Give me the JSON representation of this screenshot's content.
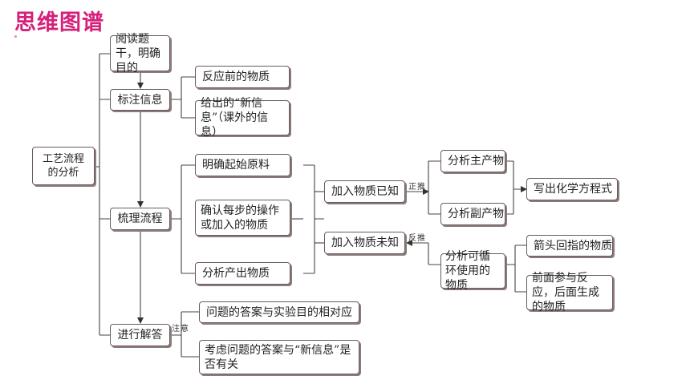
{
  "header": {
    "title": "思维图谱"
  },
  "diagram": {
    "root": "工艺流程的分析",
    "stage1": "阅读题干，明确目的",
    "stage2": {
      "label": "标注信息",
      "items": [
        "反应前的物质",
        "给出的“新信息”（课外的信息）"
      ]
    },
    "stage3": {
      "label": "梳理流程",
      "items": [
        "明确起始原料",
        "确认每步的操作或加入的物质",
        "分析产出物质"
      ],
      "known": "加入物质已知",
      "unknown": "加入物质未知",
      "forward_label": "正推",
      "reverse_label": "反推",
      "main_product": "分析主产物",
      "by_product": "分析副产物",
      "equation": "写出化学方程式",
      "recyclable": "分析可循环使用的物质",
      "recyclable_items": [
        "箭头回指的物质",
        "前面参与反应，后面生成的物质"
      ]
    },
    "stage4": {
      "label": "进行解答",
      "note_label": "注意",
      "items": [
        "问题的答案与实验目的相对应",
        "考虑问题的答案与“新信息”是否有关"
      ]
    }
  }
}
